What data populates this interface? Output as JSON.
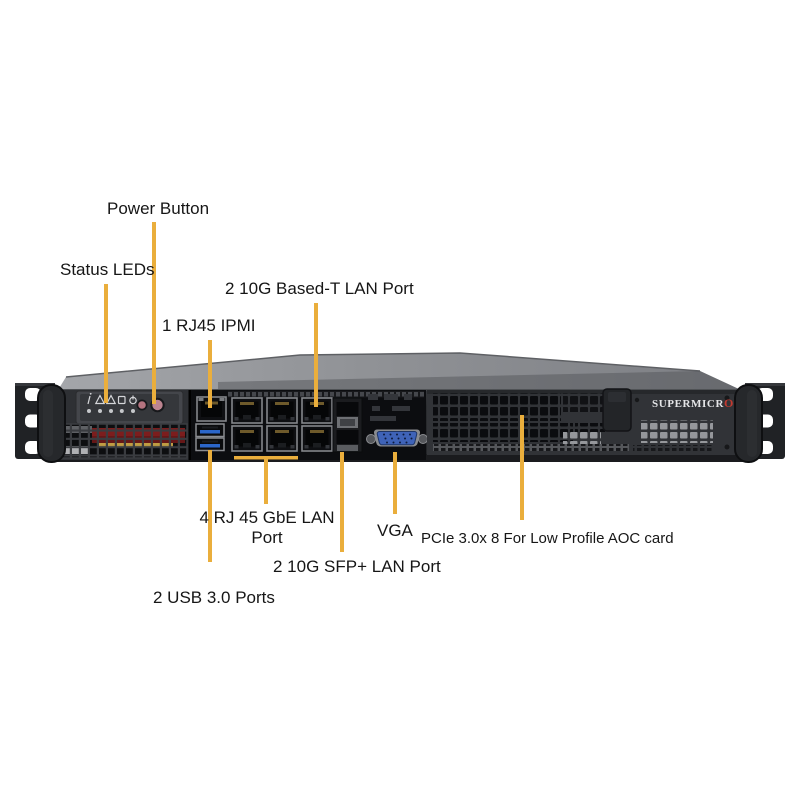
{
  "figure": {
    "type": "annotated-server-front-view",
    "description": "1U rackmount server front panel with labeled ports"
  },
  "brand": {
    "name_prefix": "SUPERMICR",
    "name_o": "O"
  },
  "labels": {
    "power_button": "Power Button",
    "status_leds": "Status LEDs",
    "ipmi": "1 RJ45 IPMI",
    "lan_10g_baset": "2 10G Based-T LAN Port",
    "gbe_lan_line1": "4 RJ 45 GbE LAN",
    "gbe_lan_line2": "Port",
    "vga": "VGA",
    "pcie": "PCIe 3.0x 8 For Low Profile AOC card",
    "sfp": "2 10G SFP+ LAN Port",
    "usb": "2 USB 3.0 Ports"
  },
  "front_panel": {
    "led_icon_names": [
      "info-led-icon",
      "overheat-led-icon",
      "nic-led-icon",
      "hdd-led-icon",
      "power-led-icon"
    ],
    "buttons": [
      "reset-button",
      "power-button"
    ]
  },
  "ports": {
    "rj45_gbe_count": 6,
    "usb3_count": 2,
    "sfp_count": 2,
    "vga_count": 1
  },
  "colors": {
    "callout_line": "#EAAE3C",
    "label_text": "#161616",
    "chassis_front": "#2A2C2F",
    "lid_gray": "#96989C",
    "usb_blue": "#2B66C9",
    "vga_blue": "#3F63B8",
    "button_pink": "#BC8490",
    "logo_red": "#C23A30"
  }
}
